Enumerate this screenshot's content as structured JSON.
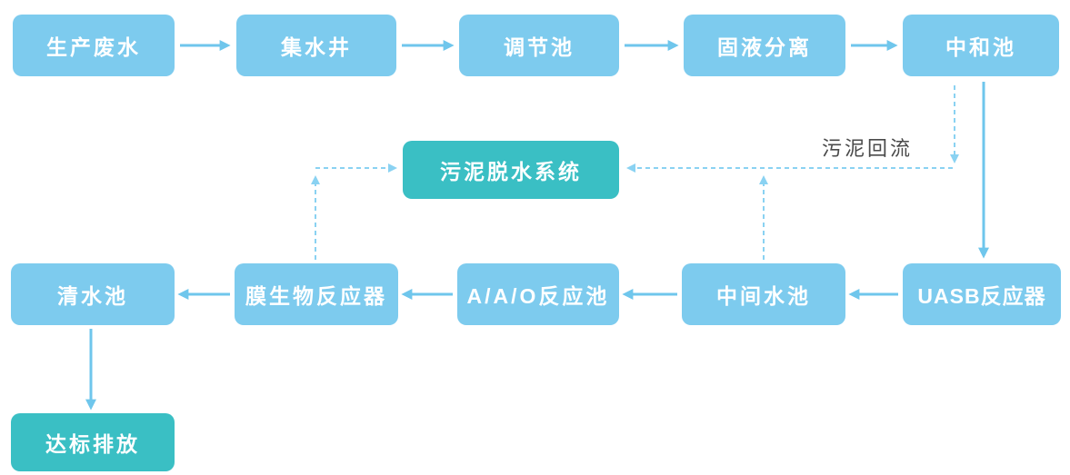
{
  "diagram": {
    "type": "flowchart",
    "nodes": {
      "production_wastewater": {
        "label": "生产废水"
      },
      "collection_well": {
        "label": "集水井"
      },
      "regulating_tank": {
        "label": "调节池"
      },
      "solid_liquid_separation": {
        "label": "固液分离"
      },
      "neutralization_tank": {
        "label": "中和池"
      },
      "sludge_dewatering_system": {
        "label": "污泥脱水系统"
      },
      "uasb_reactor": {
        "label": "UASB反应器"
      },
      "intermediate_water_tank": {
        "label": "中间水池"
      },
      "aao_reaction_tank": {
        "label": "A/A/O反应池"
      },
      "membrane_bioreactor": {
        "label": "膜生物反应器"
      },
      "clean_water_tank": {
        "label": "清水池"
      },
      "standard_discharge": {
        "label": "达标排放"
      }
    },
    "annotations": {
      "sludge_return": "污泥回流"
    },
    "edges": [
      {
        "from": "production_wastewater",
        "to": "collection_well",
        "style": "solid"
      },
      {
        "from": "collection_well",
        "to": "regulating_tank",
        "style": "solid"
      },
      {
        "from": "regulating_tank",
        "to": "solid_liquid_separation",
        "style": "solid"
      },
      {
        "from": "solid_liquid_separation",
        "to": "neutralization_tank",
        "style": "solid"
      },
      {
        "from": "neutralization_tank",
        "to": "uasb_reactor",
        "style": "solid"
      },
      {
        "from": "uasb_reactor",
        "to": "intermediate_water_tank",
        "style": "solid"
      },
      {
        "from": "intermediate_water_tank",
        "to": "aao_reaction_tank",
        "style": "solid"
      },
      {
        "from": "aao_reaction_tank",
        "to": "membrane_bioreactor",
        "style": "solid"
      },
      {
        "from": "membrane_bioreactor",
        "to": "clean_water_tank",
        "style": "solid"
      },
      {
        "from": "clean_water_tank",
        "to": "standard_discharge",
        "style": "solid"
      },
      {
        "from": "neutralization_tank",
        "to": "sludge_dewatering_system",
        "style": "dashed",
        "label": "污泥回流"
      },
      {
        "from": "intermediate_water_tank",
        "to": "sludge_dewatering_system",
        "style": "dashed"
      },
      {
        "from": "membrane_bioreactor",
        "to": "sludge_dewatering_system",
        "style": "dashed"
      }
    ],
    "colors": {
      "node_fill": "#7DCBEE",
      "accent_fill": "#3ABFC4",
      "arrow": "#6FC6EC",
      "dashed_arrow": "#8AD2F2",
      "node_text": "#FFFFFF",
      "annotation_text": "#4A4A4A"
    }
  }
}
